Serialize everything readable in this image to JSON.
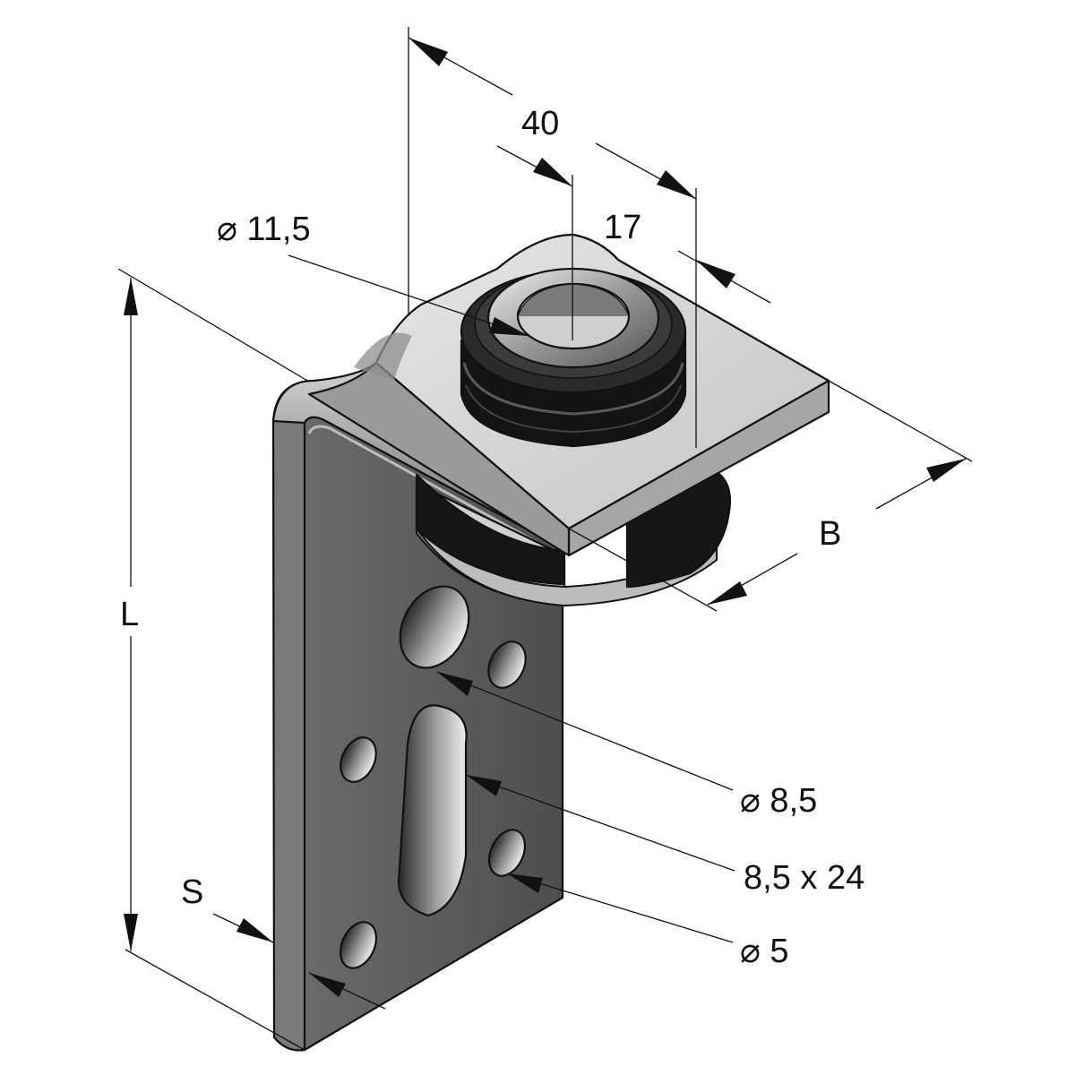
{
  "labels": {
    "width_total": "40",
    "offset": "17",
    "bore_diameter": "⌀ 11,5",
    "flange_width": "B",
    "length": "L",
    "thickness": "S",
    "hole_large": "⌀ 8,5",
    "slot": "8,5 x 24",
    "hole_small": "⌀ 5"
  },
  "colors": {
    "plate_top": "#d6d6d6",
    "plate_edge": "#9a9a9a",
    "plate_front": "#5c5c5c",
    "plate_front_dark": "#474747",
    "bushing_dark": "#1a1a1a",
    "ring_light": "#bdbdbd",
    "hole_light": "#e2e2e2",
    "line": "#111111"
  }
}
